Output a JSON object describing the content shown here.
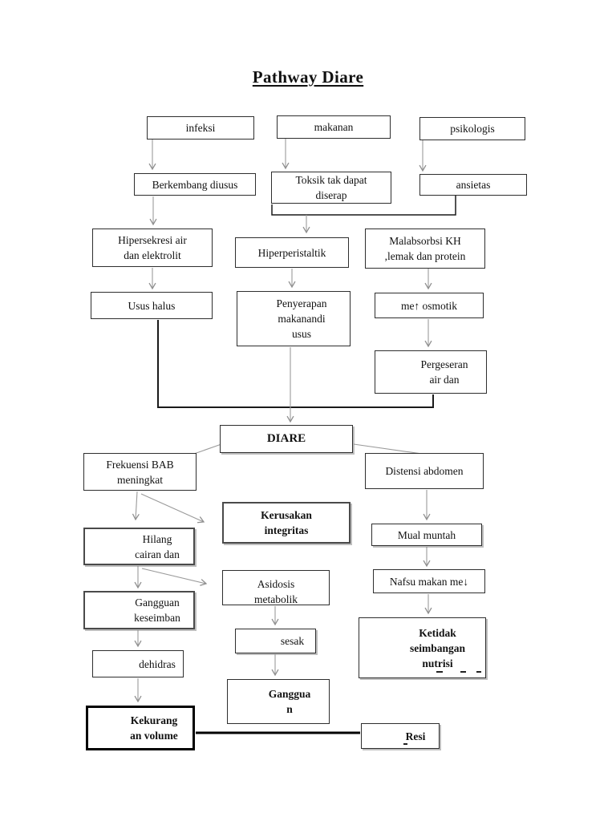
{
  "page": {
    "title": "Pathway Diare"
  },
  "nodes": {
    "infeksi": {
      "label": "infeksi"
    },
    "makanan": {
      "label": "makanan"
    },
    "psikologis": {
      "label": "psikologis"
    },
    "berkembang": {
      "label": "Berkembang diusus"
    },
    "toksik": {
      "label": "Toksik tak dapat\ndiserap"
    },
    "ansietas": {
      "label": "ansietas"
    },
    "hipersekresi": {
      "label": "Hipersekresi air\ndan elektrolit"
    },
    "hiperperistaltik": {
      "label": "Hiperperistaltik"
    },
    "malabsorbsi": {
      "label": "Malabsorbsi KH\n,lemak dan protein"
    },
    "usus_halus": {
      "label": "Usus halus"
    },
    "penyerapan": {
      "label": "Penyerapan\nmakanandi\nusus"
    },
    "me_osmotik": {
      "label": "me↑ osmotik"
    },
    "pergeseran": {
      "label": "Pergeseran\nair dan"
    },
    "diare": {
      "label": "DIARE"
    },
    "frekuensi": {
      "label": "Frekuensi BAB\nmeningkat"
    },
    "distensi": {
      "label": "Distensi abdomen"
    },
    "kerusakan": {
      "label": "Kerusakan\nintegritas"
    },
    "mual": {
      "label": "Mual muntah"
    },
    "hilang": {
      "label": "Hilang\ncairan dan"
    },
    "asidosis": {
      "label": "Asidosis\nmetabolik"
    },
    "nafsu": {
      "label": "Nafsu makan me↓"
    },
    "gangguan_keseimban": {
      "label": "Gangguan\nkeseimban"
    },
    "sesak": {
      "label": "sesak"
    },
    "ketidak": {
      "label": "Ketidak\nseimbangan\nnutrisi"
    },
    "dehidras": {
      "label": "dehidras"
    },
    "ganggua": {
      "label": "Ganggua\nn"
    },
    "kekurangan": {
      "label": "Kekurang\nan volume"
    },
    "resi": {
      "label": "Resi"
    }
  },
  "colors": {
    "background": "#ffffff",
    "text": "#111111",
    "box_border": "#2e2e2e",
    "arrow": "#8f8f8f",
    "connector": "#1a1a1a"
  }
}
